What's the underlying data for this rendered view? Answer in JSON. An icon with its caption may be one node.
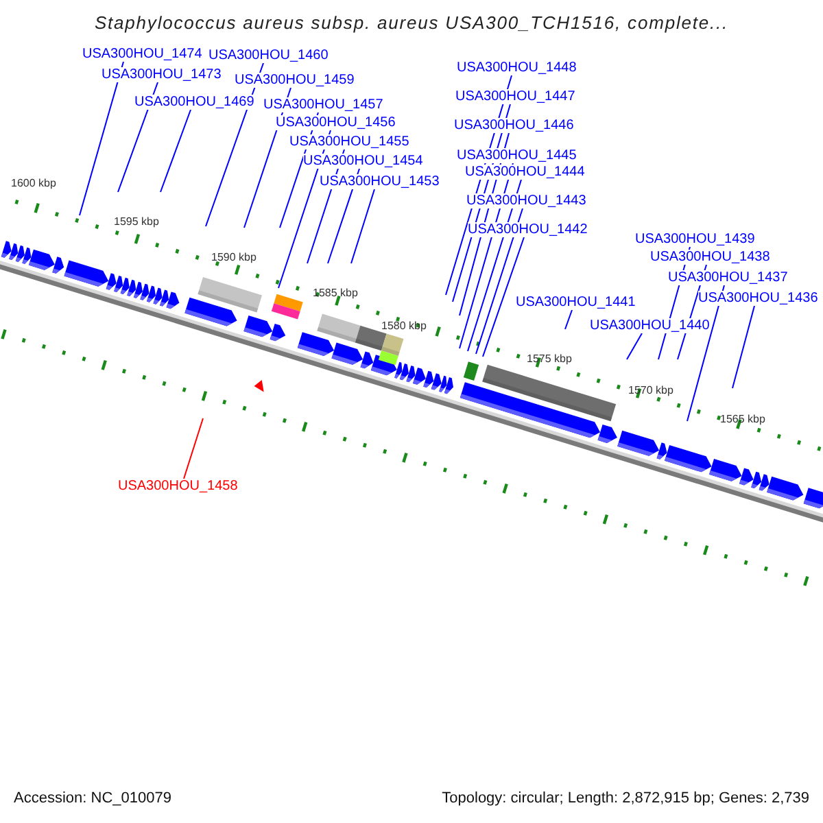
{
  "diagram": {
    "title": "Staphylococcus aureus subsp. aureus USA300_TCH1516, complete...",
    "nodes": [
      {
        "text": [
          "USA300HOU_1474"
        ]
      },
      {
        "text": [
          "USA300HOU_1473"
        ]
      },
      {
        "text": [
          "USA300HOU_1469"
        ]
      },
      {
        "text": [
          "USA300HOU_1460"
        ]
      },
      {
        "text": [
          "USA300HOU_1459"
        ]
      },
      {
        "text": [
          "USA300HOU_1457"
        ]
      },
      {
        "text": [
          "USA300HOU_1456"
        ]
      },
      {
        "text": [
          "USA300HOU_1455"
        ]
      },
      {
        "text": [
          "USA300HOU_1454"
        ]
      },
      {
        "text": [
          "USA300HOU_1453"
        ]
      },
      {
        "text": [
          "USA300HOU_1448"
        ]
      },
      {
        "text": [
          "USA300HOU_1447"
        ]
      },
      {
        "text": [
          "USA300HOU_1446"
        ]
      },
      {
        "text": [
          "USA300HOU_1445"
        ]
      },
      {
        "text": [
          "USA300HOU_1444"
        ]
      },
      {
        "text": [
          "USA300HOU_1443"
        ]
      },
      {
        "text": [
          "USA300HOU_1442"
        ]
      },
      {
        "text": [
          "USA300HOU_1441"
        ]
      },
      {
        "text": [
          "USA300HOU_1440"
        ]
      },
      {
        "text": [
          "USA300HOU_1439"
        ]
      },
      {
        "text": [
          "USA300HOU_1438"
        ]
      },
      {
        "text": [
          "USA300HOU_1437"
        ]
      },
      {
        "text": [
          "USA300HOU_1436"
        ]
      },
      {
        "text": [
          "USA300HOU_1458"
        ]
      }
    ],
    "edges": [
      {
        "from": 0,
        "to": null,
        "arrow": "none"
      },
      {
        "from": 1,
        "to": null,
        "arrow": "none"
      },
      {
        "from": 2,
        "to": null,
        "arrow": "none"
      },
      {
        "from": 3,
        "to": null,
        "arrow": "none"
      },
      {
        "from": 4,
        "to": null,
        "arrow": "none"
      },
      {
        "from": 5,
        "to": null,
        "arrow": "none"
      },
      {
        "from": 6,
        "to": null,
        "arrow": "none"
      },
      {
        "from": 7,
        "to": null,
        "arrow": "none"
      },
      {
        "from": 8,
        "to": null,
        "arrow": "none"
      },
      {
        "from": 9,
        "to": null,
        "arrow": "none"
      },
      {
        "from": 10,
        "to": null,
        "arrow": "none"
      },
      {
        "from": 11,
        "to": null,
        "arrow": "none"
      },
      {
        "from": 12,
        "to": null,
        "arrow": "none"
      },
      {
        "from": 13,
        "to": null,
        "arrow": "none"
      },
      {
        "from": 14,
        "to": null,
        "arrow": "none"
      },
      {
        "from": 15,
        "to": null,
        "arrow": "none"
      },
      {
        "from": 16,
        "to": null,
        "arrow": "none"
      },
      {
        "from": 17,
        "to": null,
        "arrow": "none"
      },
      {
        "from": 18,
        "to": null,
        "arrow": "none"
      },
      {
        "from": 19,
        "to": null,
        "arrow": "none"
      },
      {
        "from": 20,
        "to": null,
        "arrow": "none"
      },
      {
        "from": 21,
        "to": null,
        "arrow": "none"
      },
      {
        "from": 22,
        "to": null,
        "arrow": "none"
      },
      {
        "from": 23,
        "to": null,
        "arrow": "none",
        "color": "#ff0000"
      }
    ],
    "labels": [
      "1600 kbp",
      "1595 kbp",
      "1590 kbp",
      "1585 kbp",
      "1580 kbp",
      "1575 kbp",
      "1570 kbp",
      "1565 kbp",
      "Accession: NC_010079",
      "Topology: circular; Length: 2,872,915 bp; Genes: 2,739"
    ]
  }
}
